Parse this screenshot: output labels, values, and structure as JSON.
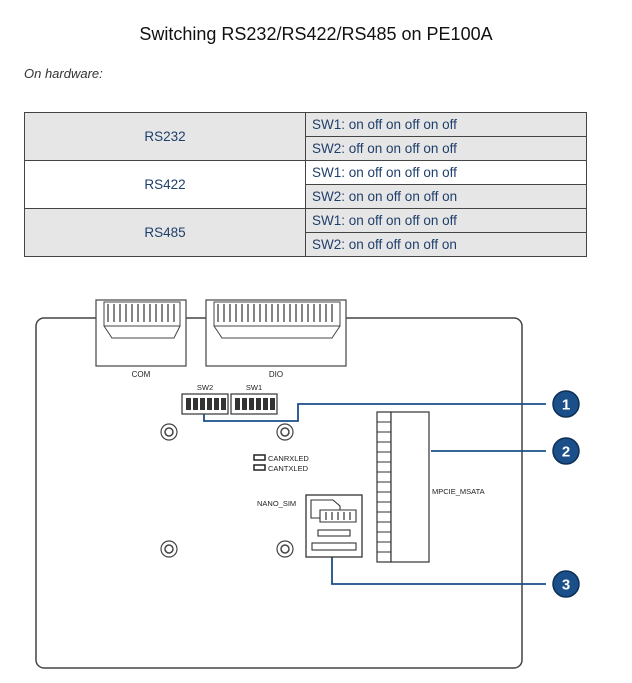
{
  "title": "Switching RS232/RS422/RS485 on PE100A",
  "subheading": "On hardware:",
  "modes": [
    {
      "name": "RS232",
      "sw1": "SW1: on off on off on off",
      "sw2": "SW2: off on on off on off"
    },
    {
      "name": "RS422",
      "sw1": "SW1: on off on off on off",
      "sw2": "SW2: on on off on off on"
    },
    {
      "name": "RS485",
      "sw1": "SW1: on off on off on off",
      "sw2": "SW2: on off off on off on"
    }
  ],
  "board": {
    "connector_com": "COM",
    "connector_dio": "DIO",
    "switch_sw2": "SW2",
    "switch_sw1": "SW1",
    "led_canrx": "CANRXLED",
    "led_cantx": "CANTXLED",
    "nano_sim": "NANO_SIM",
    "mpcie": "MPCIE_MSATA",
    "callouts": [
      "1",
      "2",
      "3"
    ],
    "callout_color": "#1a4f8a"
  }
}
